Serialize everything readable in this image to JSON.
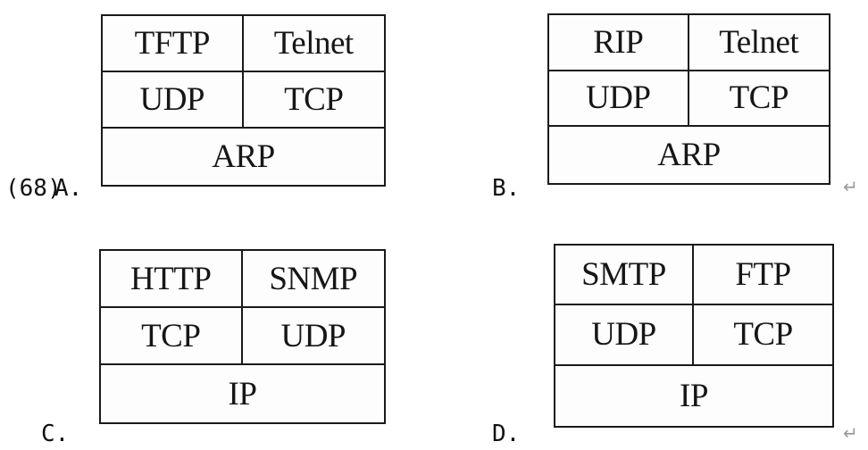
{
  "question": {
    "number_label": "(68)"
  },
  "options": [
    {
      "letter": "A.",
      "top_left": "TFTP",
      "top_right": "Telnet",
      "mid_left": "UDP",
      "mid_right": "TCP",
      "base": "ARP"
    },
    {
      "letter": "B.",
      "top_left": "RIP",
      "top_right": "Telnet",
      "mid_left": "UDP",
      "mid_right": "TCP",
      "base": "ARP"
    },
    {
      "letter": "C.",
      "top_left": "HTTP",
      "top_right": "SNMP",
      "mid_left": "TCP",
      "mid_right": "UDP",
      "base": "IP"
    },
    {
      "letter": "D.",
      "top_left": "SMTP",
      "top_right": "FTP",
      "mid_left": "UDP",
      "mid_right": "TCP",
      "base": "IP"
    }
  ],
  "paragraph_mark": "↵"
}
